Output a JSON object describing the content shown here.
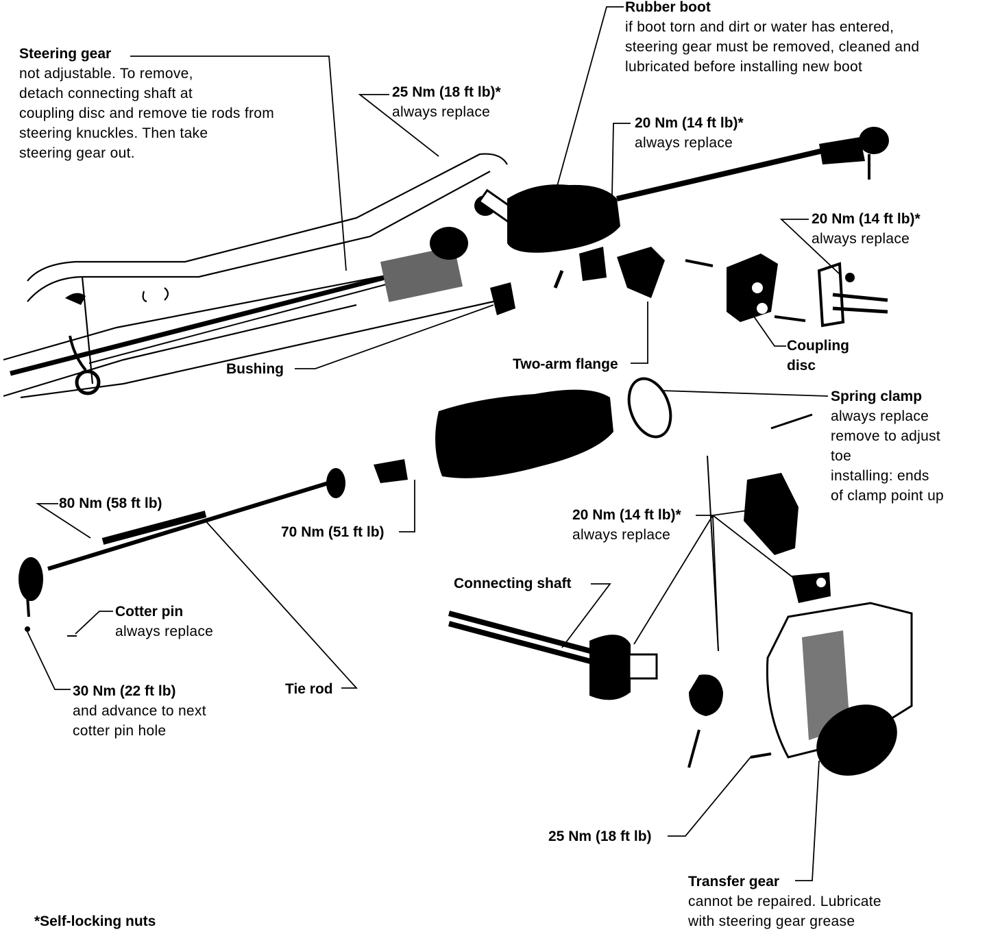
{
  "callouts": {
    "steering_gear": {
      "title": "Steering gear",
      "lines": [
        "not adjustable. To remove,",
        "detach connecting shaft at",
        "coupling disc and remove tie rods from",
        "steering knuckles. Then take",
        "steering gear out."
      ]
    },
    "nut_25_top": {
      "title": "25 Nm (18 ft lb)*",
      "lines": [
        "always replace"
      ]
    },
    "rubber_boot": {
      "title": "Rubber boot",
      "lines": [
        "if boot torn and dirt or water has entered,",
        "steering gear must be removed, cleaned and",
        "lubricated before installing new boot"
      ]
    },
    "nut_20_top": {
      "title": "20 Nm (14 ft lb)*",
      "lines": [
        "always replace"
      ]
    },
    "nut_20_right": {
      "title": "20 Nm (14 ft lb)*",
      "lines": [
        "always replace"
      ]
    },
    "coupling_disc": {
      "title": "Coupling",
      "lines": [
        "disc"
      ]
    },
    "two_arm_flange": {
      "title": "Two-arm flange"
    },
    "bushing": {
      "title": "Bushing"
    },
    "spring_clamp": {
      "title": "Spring clamp",
      "lines": [
        "always replace",
        "remove to adjust",
        "toe",
        "installing: ends",
        "of clamp  point up"
      ]
    },
    "nut_80": {
      "title": "80 Nm (58 ft lb)"
    },
    "nut_70": {
      "title": "70 Nm (51 ft lb)"
    },
    "nut_20_mid": {
      "title": "20 Nm (14 ft lb)*",
      "lines": [
        "always replace"
      ]
    },
    "connecting_shaft": {
      "title": "Connecting shaft"
    },
    "cotter_pin": {
      "title": "Cotter pin",
      "lines": [
        "always replace"
      ]
    },
    "nut_30": {
      "title": "30 Nm (22 ft lb)",
      "lines": [
        "and advance to next",
        "cotter pin hole"
      ]
    },
    "tie_rod": {
      "title": "Tie rod"
    },
    "nut_25_bottom": {
      "title": "25 Nm (18 ft lb)"
    },
    "transfer_gear": {
      "title": "Transfer gear",
      "lines": [
        "cannot be repaired. Lubricate",
        "with steering gear grease"
      ]
    },
    "footnote": {
      "title": "*Self-locking nuts"
    }
  }
}
